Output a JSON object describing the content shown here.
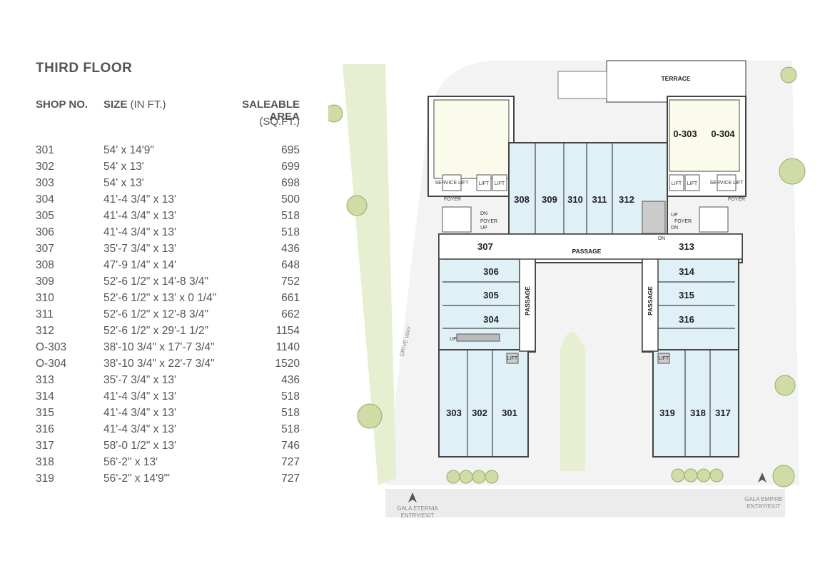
{
  "title": "THIRD FLOOR",
  "headers": {
    "shop": "SHOP NO.",
    "size_bold": "SIZE",
    "size_light": "(IN FT.)",
    "area": "SALEABLE AREA",
    "area_unit": "(SQ.FT.)"
  },
  "rows": [
    {
      "shop": "301",
      "size": "54' x 14'9\"",
      "area": "695"
    },
    {
      "shop": "302",
      "size": "54' x 13'",
      "area": "699"
    },
    {
      "shop": "303",
      "size": "54' x 13'",
      "area": "698"
    },
    {
      "shop": "304",
      "size": "41'-4 3/4\" x 13'",
      "area": "500"
    },
    {
      "shop": "305",
      "size": "41'-4 3/4\" x 13'",
      "area": "518"
    },
    {
      "shop": "306",
      "size": "41'-4 3/4\" x 13'",
      "area": "518"
    },
    {
      "shop": "307",
      "size": "35'-7 3/4\" x 13'",
      "area": "436"
    },
    {
      "shop": "308",
      "size": "47'-9 1/4\" x 14'",
      "area": "648"
    },
    {
      "shop": "309",
      "size": "52'-6 1/2\" x 14'-8 3/4\"",
      "area": "752"
    },
    {
      "shop": "310",
      "size": "52'-6 1/2\" x 13' x 0 1/4\"",
      "area": "661"
    },
    {
      "shop": "311",
      "size": "52'-6 1/2\" x 12'-8 3/4\"",
      "area": "662"
    },
    {
      "shop": "312",
      "size": "52'-6 1/2\" x 29'-1 1/2\"",
      "area": "1154"
    },
    {
      "shop": "O-303",
      "size": "38'-10 3/4\" x 17'-7 3/4\"",
      "area": "1140"
    },
    {
      "shop": "O-304",
      "size": "38'-10 3/4\" x 22'-7 3/4\"",
      "area": "1520"
    },
    {
      "shop": "313",
      "size": "35'-7 3/4\" x 13'",
      "area": "436"
    },
    {
      "shop": "314",
      "size": "41'-4 3/4\" x 13'",
      "area": "518"
    },
    {
      "shop": "315",
      "size": "41'-4 3/4\" x 13'",
      "area": "518"
    },
    {
      "shop": "316",
      "size": "41'-4 3/4\" x 13'",
      "area": "518"
    },
    {
      "shop": "317",
      "size": "58'-0 1/2\" x 13'",
      "area": "746"
    },
    {
      "shop": "318",
      "size": "56'-2\" x 13'",
      "area": "727"
    },
    {
      "shop": "319",
      "size": "56'-2\" x 14'9\"'",
      "area": "727"
    }
  ],
  "plan": {
    "terrace": "TERRACE",
    "passage": "PASSAGE",
    "passage_left": "PASSAGE",
    "passage_right": "PASSAGE",
    "drive_way": "DRIVE WAY",
    "foyer": "FOYER",
    "lift": "LIFT",
    "service_lift": "SERVICE LIFT",
    "up": "UP",
    "dn": "DN",
    "entry_left_1": "GALA ETERNIA",
    "entry_left_2": "ENTRY/EXIT",
    "entry_right_1": "GALA EMPIRE",
    "entry_right_2": "ENTRY/EXIT",
    "units": {
      "u308": "308",
      "u309": "309",
      "u310": "310",
      "u311": "311",
      "u312": "312",
      "u307": "307",
      "u306": "306",
      "u305": "305",
      "u304": "304",
      "u303": "303",
      "u302": "302",
      "u301": "301",
      "o303": "0-303",
      "o304": "0-304",
      "u313": "313",
      "u314": "314",
      "u315": "315",
      "u316": "316",
      "u319": "319",
      "u318": "318",
      "u317": "317"
    },
    "colors": {
      "unit_fill": "#dff0f7",
      "office_fill": "#fbfbeb",
      "green": "#e6efcf",
      "wall": "#444444"
    }
  }
}
